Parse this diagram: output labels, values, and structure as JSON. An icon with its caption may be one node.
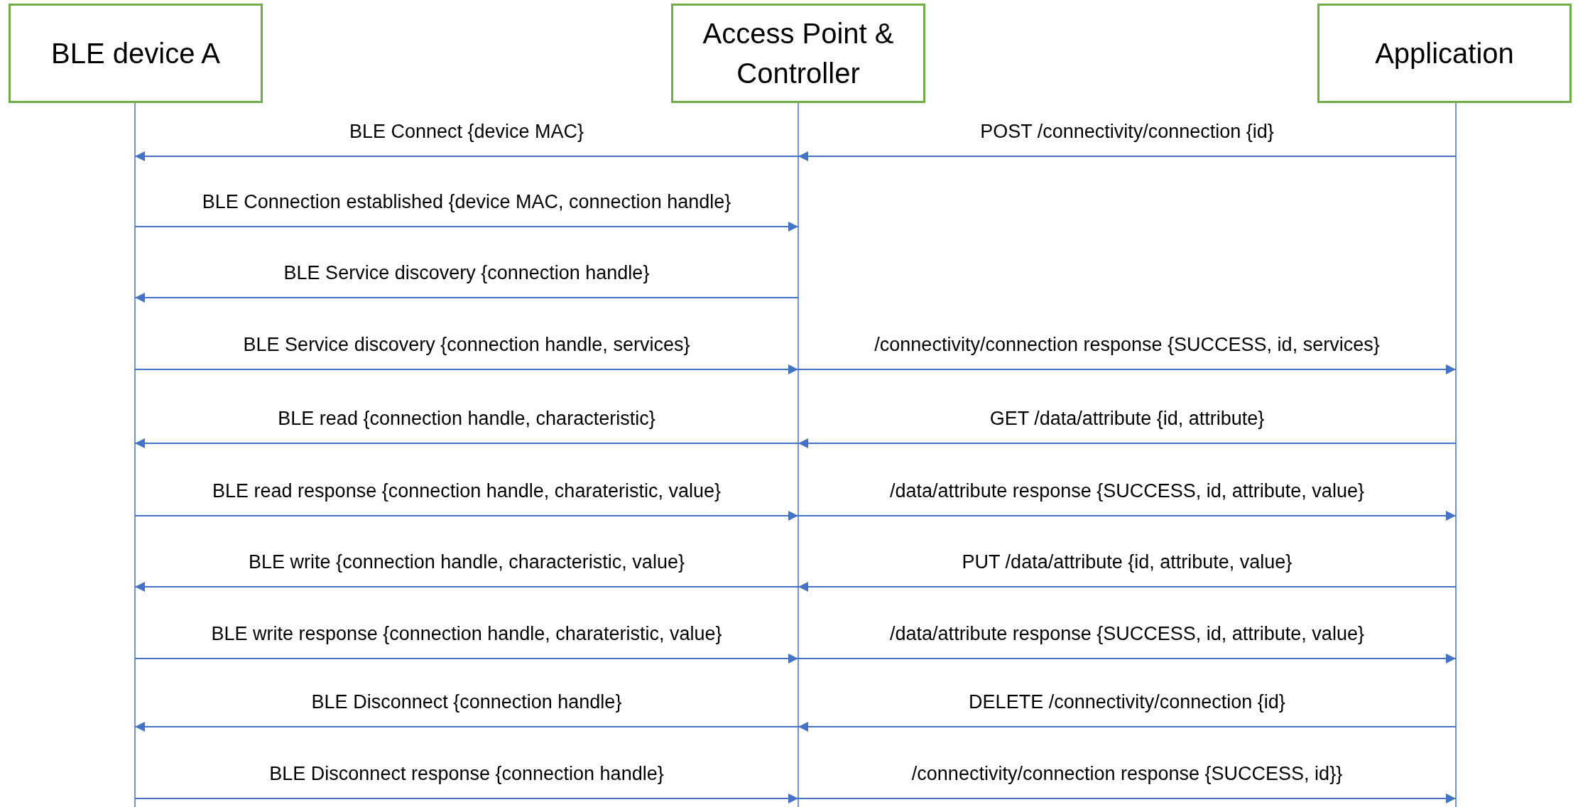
{
  "diagram": {
    "nodes": [
      {
        "text": [
          "BLE device A"
        ]
      },
      {
        "text": [
          "Access Point & Controller"
        ]
      },
      {
        "text": [
          "Application"
        ]
      }
    ],
    "edges": [
      {
        "from": 1,
        "to": 0,
        "arrow": "to",
        "label": "BLE Connect {device MAC}"
      },
      {
        "from": 2,
        "to": 1,
        "arrow": "to",
        "label": "POST /connectivity/connection {id}"
      },
      {
        "from": 0,
        "to": 1,
        "arrow": "to",
        "label": "BLE Connection established {device MAC, connection handle}"
      },
      {
        "from": 1,
        "to": 0,
        "arrow": "to",
        "label": "BLE Service discovery {connection handle}"
      },
      {
        "from": 0,
        "to": 1,
        "arrow": "to",
        "label": "BLE Service discovery {connection handle, services}"
      },
      {
        "from": 1,
        "to": 2,
        "arrow": "to",
        "label": "/connectivity/connection response {SUCCESS, id, services}"
      },
      {
        "from": 1,
        "to": 0,
        "arrow": "to",
        "label": "BLE read {connection handle, characteristic}"
      },
      {
        "from": 2,
        "to": 1,
        "arrow": "to",
        "label": "GET /data/attribute {id, attribute}"
      },
      {
        "from": 0,
        "to": 1,
        "arrow": "to",
        "label": "BLE read response {connection handle, charateristic, value}"
      },
      {
        "from": 1,
        "to": 2,
        "arrow": "to",
        "label": "/data/attribute response {SUCCESS, id, attribute, value}"
      },
      {
        "from": 1,
        "to": 0,
        "arrow": "to",
        "label": "BLE write {connection handle, characteristic, value}"
      },
      {
        "from": 2,
        "to": 1,
        "arrow": "to",
        "label": "PUT /data/attribute {id, attribute, value}"
      },
      {
        "from": 0,
        "to": 1,
        "arrow": "to",
        "label": "BLE write response {connection handle, charateristic, value}"
      },
      {
        "from": 1,
        "to": 2,
        "arrow": "to",
        "label": "/data/attribute response {SUCCESS, id, attribute, value}"
      },
      {
        "from": 1,
        "to": 0,
        "arrow": "to",
        "label": "BLE Disconnect {connection handle}"
      },
      {
        "from": 2,
        "to": 1,
        "arrow": "to",
        "label": "DELETE /connectivity/connection {id}"
      },
      {
        "from": 0,
        "to": 1,
        "arrow": "to",
        "label": "BLE Disconnect response {connection handle}"
      },
      {
        "from": 1,
        "to": 2,
        "arrow": "to",
        "label": "/connectivity/connection response {SUCCESS, id}}"
      }
    ]
  }
}
